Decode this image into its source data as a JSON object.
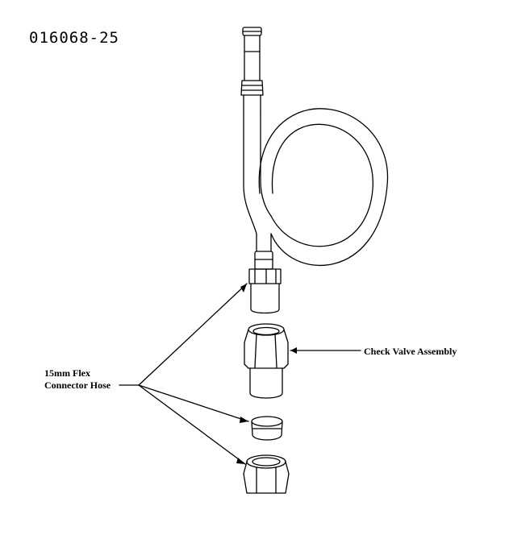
{
  "diagram": {
    "part_number": "016068-25",
    "labels": {
      "hose_line1": "15mm Flex",
      "hose_line2": "Connector Hose",
      "check_valve": "Check Valve Assembly"
    }
  }
}
